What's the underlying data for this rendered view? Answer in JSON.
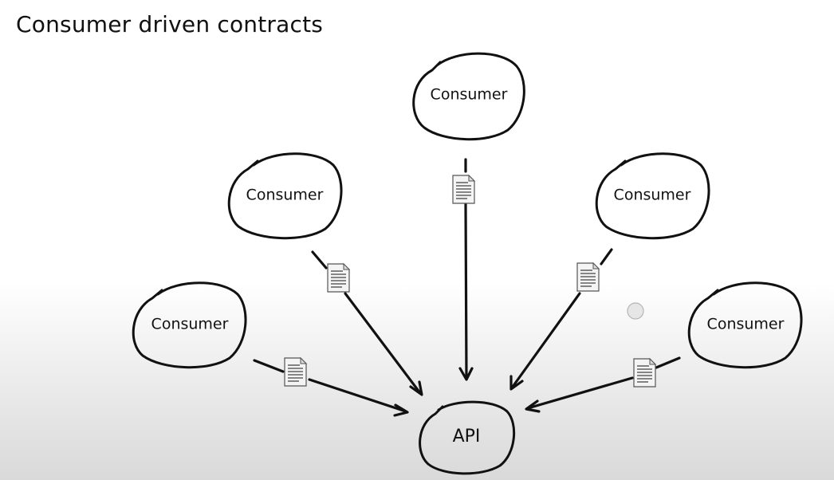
{
  "slide": {
    "title": "Consumer driven contracts"
  },
  "diagram": {
    "consumers": [
      {
        "label": "Consumer"
      },
      {
        "label": "Consumer"
      },
      {
        "label": "Consumer"
      },
      {
        "label": "Consumer"
      },
      {
        "label": "Consumer"
      }
    ],
    "api": {
      "label": "API"
    },
    "icons": {
      "contract": "document-icon",
      "pointer": "cursor-dot"
    }
  }
}
